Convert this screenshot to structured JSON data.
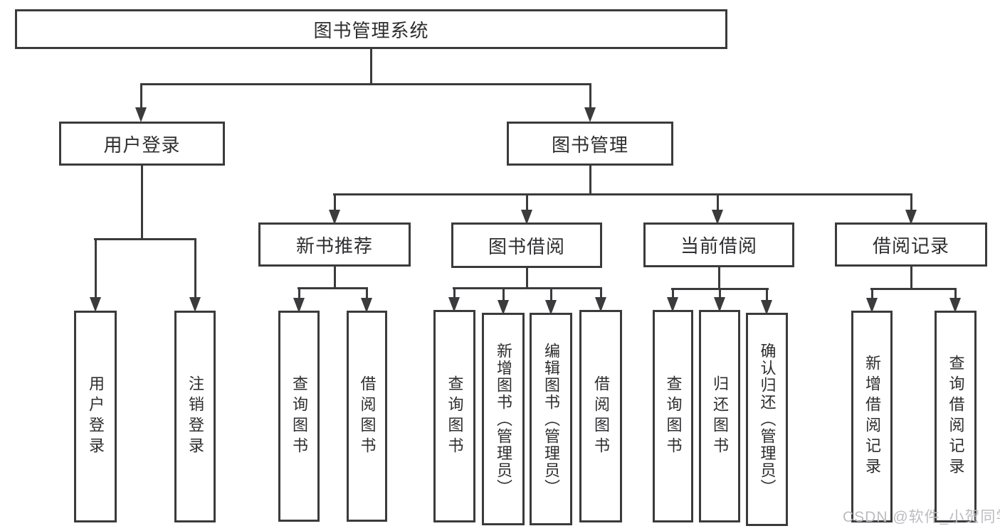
{
  "diagram": {
    "title": "图书管理系统",
    "branches": [
      {
        "label": "用户登录",
        "leaves": [
          "用户登录",
          "注销登录"
        ]
      },
      {
        "label": "图书管理",
        "sections": [
          {
            "label": "新书推荐",
            "leaves": [
              "查询图书",
              "借阅图书"
            ]
          },
          {
            "label": "图书借阅",
            "leaves": [
              "查询图书",
              "新增图书（管理员）",
              "编辑图书（管理员）",
              "借阅图书"
            ]
          },
          {
            "label": "当前借阅",
            "leaves": [
              "查询图书",
              "归还图书",
              "确认归还（管理员）"
            ]
          },
          {
            "label": "借阅记录",
            "leaves": [
              "新增借阅记录",
              "查询借阅记录"
            ]
          }
        ]
      }
    ]
  },
  "watermark": {
    "text": "CSDN @软件_小贺同学"
  },
  "colors": {
    "line": "#3b3b3d",
    "box_border": "#3b3b3d",
    "text": "#2e2e30",
    "watermark": "#bcbcc0",
    "background": "#ffffff"
  }
}
